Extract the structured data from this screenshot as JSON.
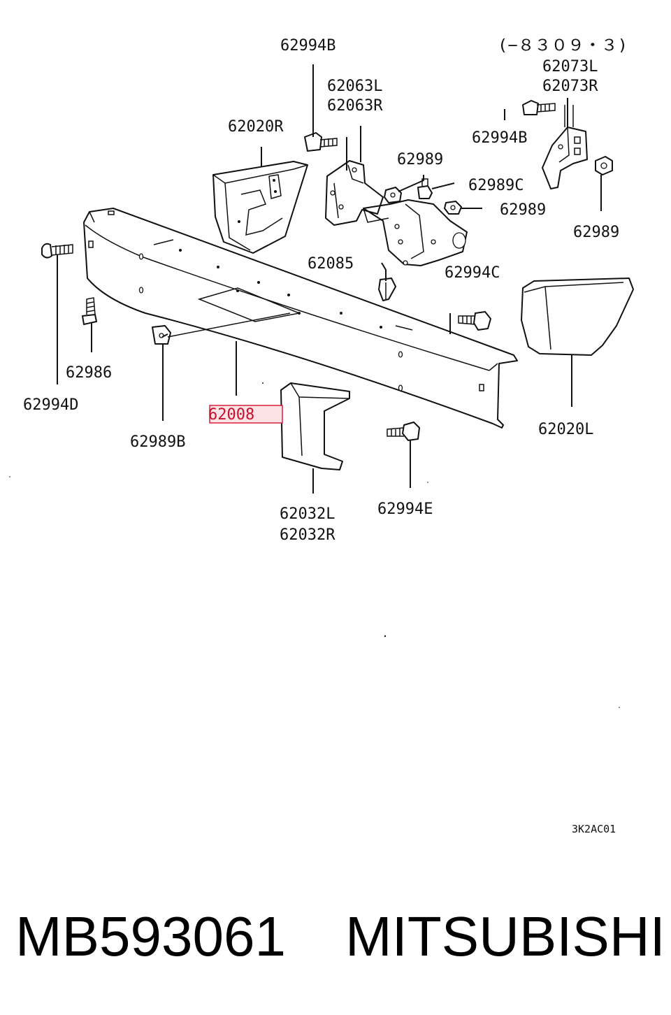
{
  "diagram": {
    "date_code": "(−８３０９・３)",
    "callouts": {
      "c62994b_top": "62994B",
      "c62063": [
        "62063L",
        "62063R"
      ],
      "c62020r": "62020R",
      "c62073": [
        "62073L",
        "62073R"
      ],
      "c62994b_right": "62994B",
      "c62989_mid": "62989",
      "c62989c": "62989C",
      "c62989_right": "62989",
      "c62989_far": "62989",
      "c62085": "62085",
      "c62994c": "62994C",
      "c62986": "62986",
      "c62994d": "62994D",
      "c62008": "62008",
      "c62989b": "62989B",
      "c62020l": "62020L",
      "c62032": [
        "62032L",
        "62032R"
      ],
      "c62994e": "62994E"
    },
    "highlighted_callout": "62008",
    "highlight_color": "#c8102e",
    "drawing_code": "3K2AC01"
  },
  "footer": {
    "part_number": "MB593061",
    "brand": "MITSUBISHI"
  }
}
